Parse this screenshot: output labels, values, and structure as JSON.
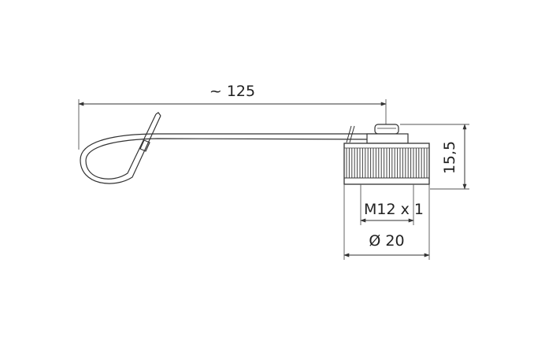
{
  "dimensions": {
    "overall_length": "~ 125",
    "height": "15,5",
    "thread": "M12 x 1",
    "diameter": "Ø 20"
  },
  "colors": {
    "line": "#333333",
    "knurl": "#444444",
    "background": "#ffffff"
  }
}
